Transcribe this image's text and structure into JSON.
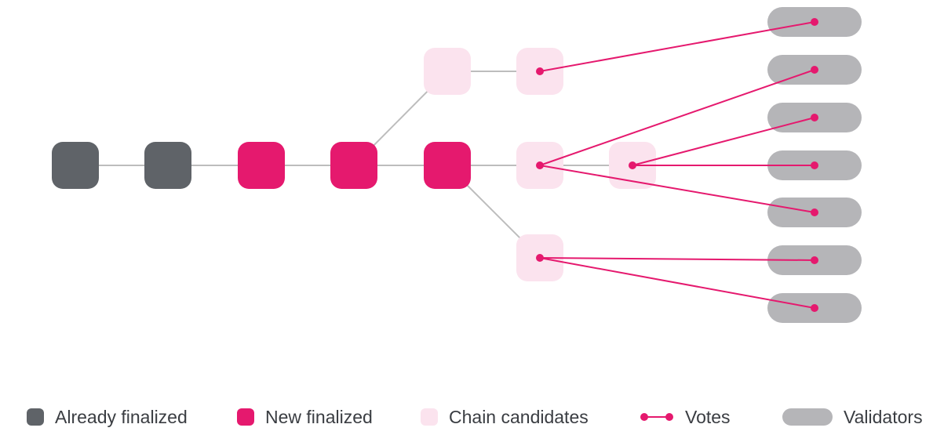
{
  "colors": {
    "already_finalized": "#5f6368",
    "new_finalized": "#e5196e",
    "chain_candidate": "#fbe3ee",
    "vote": "#e5196e",
    "validator": "#b5b5b8",
    "chain_link": "#bdbdbd"
  },
  "blocks": [
    {
      "id": "b1",
      "state": "already_finalized"
    },
    {
      "id": "b2",
      "state": "already_finalized"
    },
    {
      "id": "b3",
      "state": "new_finalized"
    },
    {
      "id": "b4",
      "state": "new_finalized"
    },
    {
      "id": "b5",
      "state": "new_finalized"
    },
    {
      "id": "c-top-1",
      "state": "chain_candidate"
    },
    {
      "id": "c-top-2",
      "state": "chain_candidate"
    },
    {
      "id": "c-mid-1",
      "state": "chain_candidate"
    },
    {
      "id": "c-mid-2",
      "state": "chain_candidate"
    },
    {
      "id": "c-bot-1",
      "state": "chain_candidate"
    }
  ],
  "links": [
    [
      "b1",
      "b2"
    ],
    [
      "b2",
      "b3"
    ],
    [
      "b3",
      "b4"
    ],
    [
      "b4",
      "b5"
    ],
    [
      "b4",
      "c-top-1"
    ],
    [
      "c-top-1",
      "c-top-2"
    ],
    [
      "b5",
      "c-mid-1"
    ],
    [
      "c-mid-1",
      "c-mid-2"
    ],
    [
      "b5",
      "c-bot-1"
    ]
  ],
  "validators": [
    "v1",
    "v2",
    "v3",
    "v4",
    "v5",
    "v6",
    "v7"
  ],
  "votes": [
    {
      "from": "c-top-2",
      "to": "v1"
    },
    {
      "from": "c-mid-1",
      "to": "v2"
    },
    {
      "from": "c-mid-2",
      "to": "v3"
    },
    {
      "from": "c-mid-2",
      "to": "v4"
    },
    {
      "from": "c-mid-1",
      "to": "v5"
    },
    {
      "from": "c-bot-1",
      "to": "v6"
    },
    {
      "from": "c-bot-1",
      "to": "v7"
    }
  ],
  "legend": {
    "already_finalized": "Already finalized",
    "new_finalized": "New finalized",
    "chain_candidates": "Chain candidates",
    "votes": "Votes",
    "validators": "Validators"
  }
}
